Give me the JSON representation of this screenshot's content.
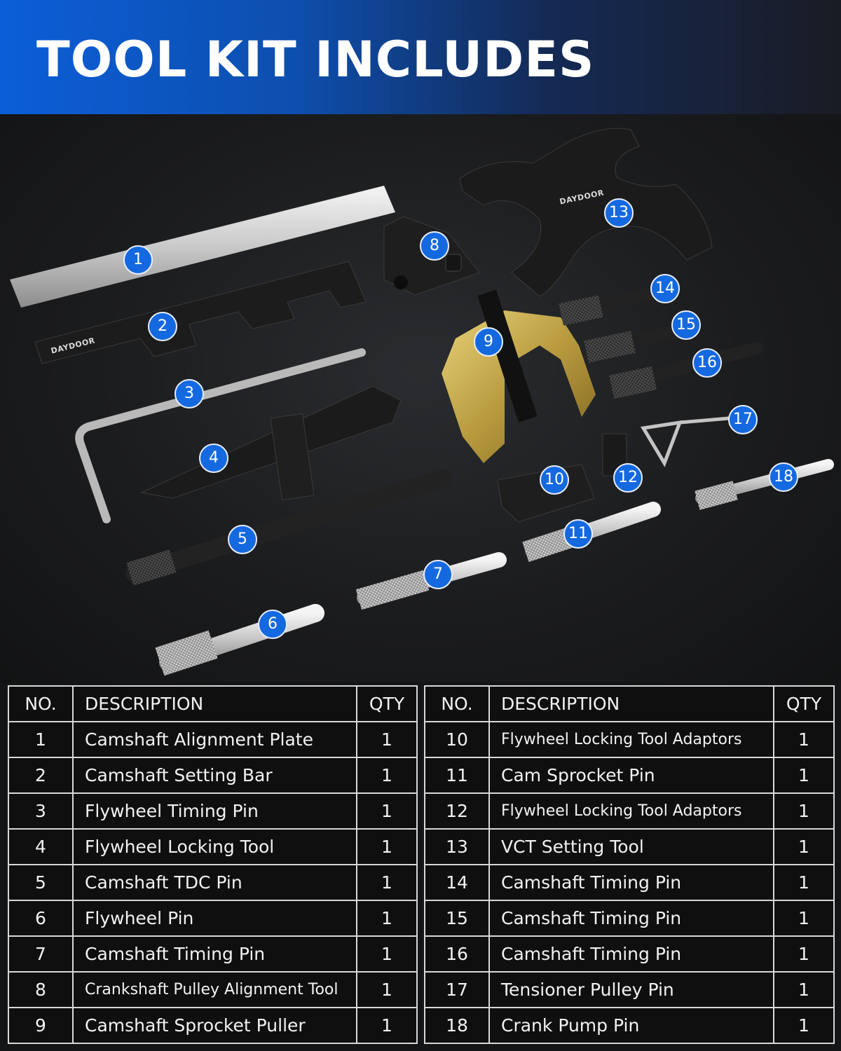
{
  "banner": {
    "title": "TOOL KIT INCLUDES"
  },
  "photo": {
    "brand_label": "DAYDOOR",
    "badge_numbers": [
      "1",
      "2",
      "3",
      "4",
      "5",
      "6",
      "7",
      "8",
      "9",
      "10",
      "11",
      "12",
      "13",
      "14",
      "15",
      "16",
      "17",
      "18"
    ],
    "badge_color": "#1469e0"
  },
  "table": {
    "headers": {
      "no": "NO.",
      "description": "DESCRIPTION",
      "qty": "QTY"
    },
    "left_rows": [
      {
        "no": "1",
        "description": "Camshaft Alignment Plate",
        "qty": "1"
      },
      {
        "no": "2",
        "description": "Camshaft Setting Bar",
        "qty": "1"
      },
      {
        "no": "3",
        "description": "Flywheel Timing Pin",
        "qty": "1"
      },
      {
        "no": "4",
        "description": "Flywheel Locking Tool",
        "qty": "1"
      },
      {
        "no": "5",
        "description": "Camshaft TDC Pin",
        "qty": "1"
      },
      {
        "no": "6",
        "description": "Flywheel Pin",
        "qty": "1"
      },
      {
        "no": "7",
        "description": "Camshaft Timing Pin",
        "qty": "1"
      },
      {
        "no": "8",
        "description": "Crankshaft Pulley Alignment Tool",
        "qty": "1"
      },
      {
        "no": "9",
        "description": "Camshaft Sprocket Puller",
        "qty": "1"
      }
    ],
    "right_rows": [
      {
        "no": "10",
        "description": "Flywheel Locking Tool Adaptors",
        "qty": "1"
      },
      {
        "no": "11",
        "description": "Cam Sprocket Pin",
        "qty": "1"
      },
      {
        "no": "12",
        "description": "Flywheel Locking Tool Adaptors",
        "qty": "1"
      },
      {
        "no": "13",
        "description": "VCT Setting Tool",
        "qty": "1"
      },
      {
        "no": "14",
        "description": "Camshaft Timing Pin",
        "qty": "1"
      },
      {
        "no": "15",
        "description": "Camshaft Timing Pin",
        "qty": "1"
      },
      {
        "no": "16",
        "description": "Camshaft Timing Pin",
        "qty": "1"
      },
      {
        "no": "17",
        "description": "Tensioner Pulley Pin",
        "qty": "1"
      },
      {
        "no": "18",
        "description": "Crank Pump Pin",
        "qty": "1"
      }
    ]
  }
}
